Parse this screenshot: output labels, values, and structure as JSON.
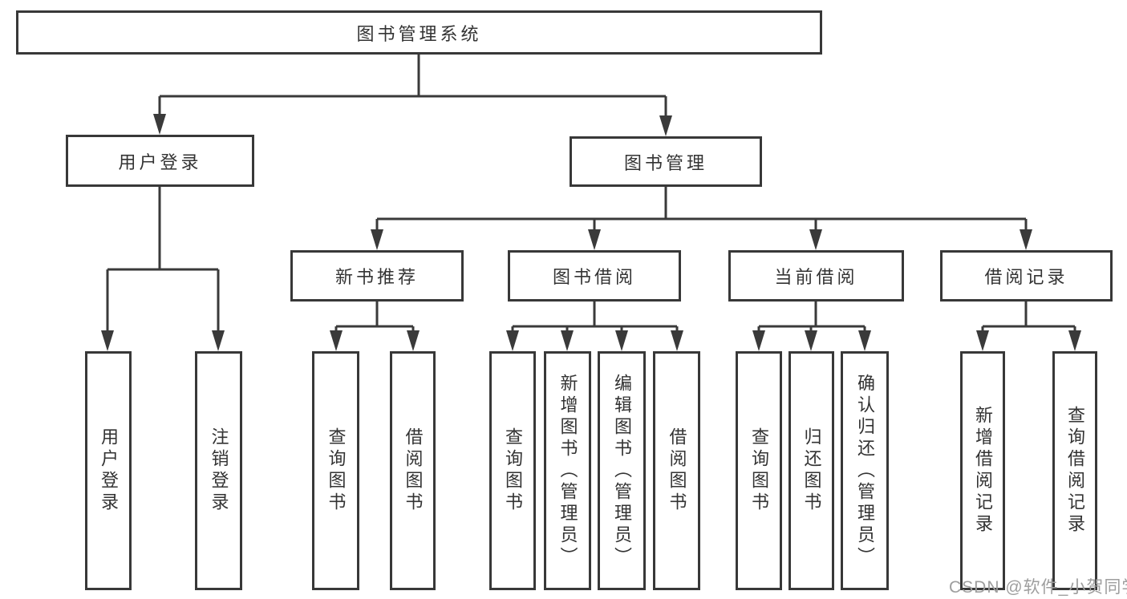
{
  "tree": {
    "root": {
      "label": "图书管理系统"
    },
    "branches": [
      {
        "label": "用户登录",
        "children": [
          {
            "label": "用户登录"
          },
          {
            "label": "注销登录"
          }
        ]
      },
      {
        "label": "图书管理",
        "children": [
          {
            "label": "新书推荐",
            "children": [
              {
                "label": "查询图书"
              },
              {
                "label": "借阅图书"
              }
            ]
          },
          {
            "label": "图书借阅",
            "children": [
              {
                "label": "查询图书"
              },
              {
                "label": "新增图书（管理员）"
              },
              {
                "label": "编辑图书（管理员）"
              },
              {
                "label": "借阅图书"
              }
            ]
          },
          {
            "label": "当前借阅",
            "children": [
              {
                "label": "查询图书"
              },
              {
                "label": "归还图书"
              },
              {
                "label": "确认归还（管理员）"
              }
            ]
          },
          {
            "label": "借阅记录",
            "children": [
              {
                "label": "新增借阅记录"
              },
              {
                "label": "查询借阅记录"
              }
            ]
          }
        ]
      }
    ]
  },
  "watermark": {
    "text": "CSDN @软件_小贺同学"
  },
  "colors": {
    "bg": "#ffffff",
    "line": "#3a3a3a",
    "border": "#383838",
    "text": "#333333",
    "watermark": "#9e9e9e"
  }
}
